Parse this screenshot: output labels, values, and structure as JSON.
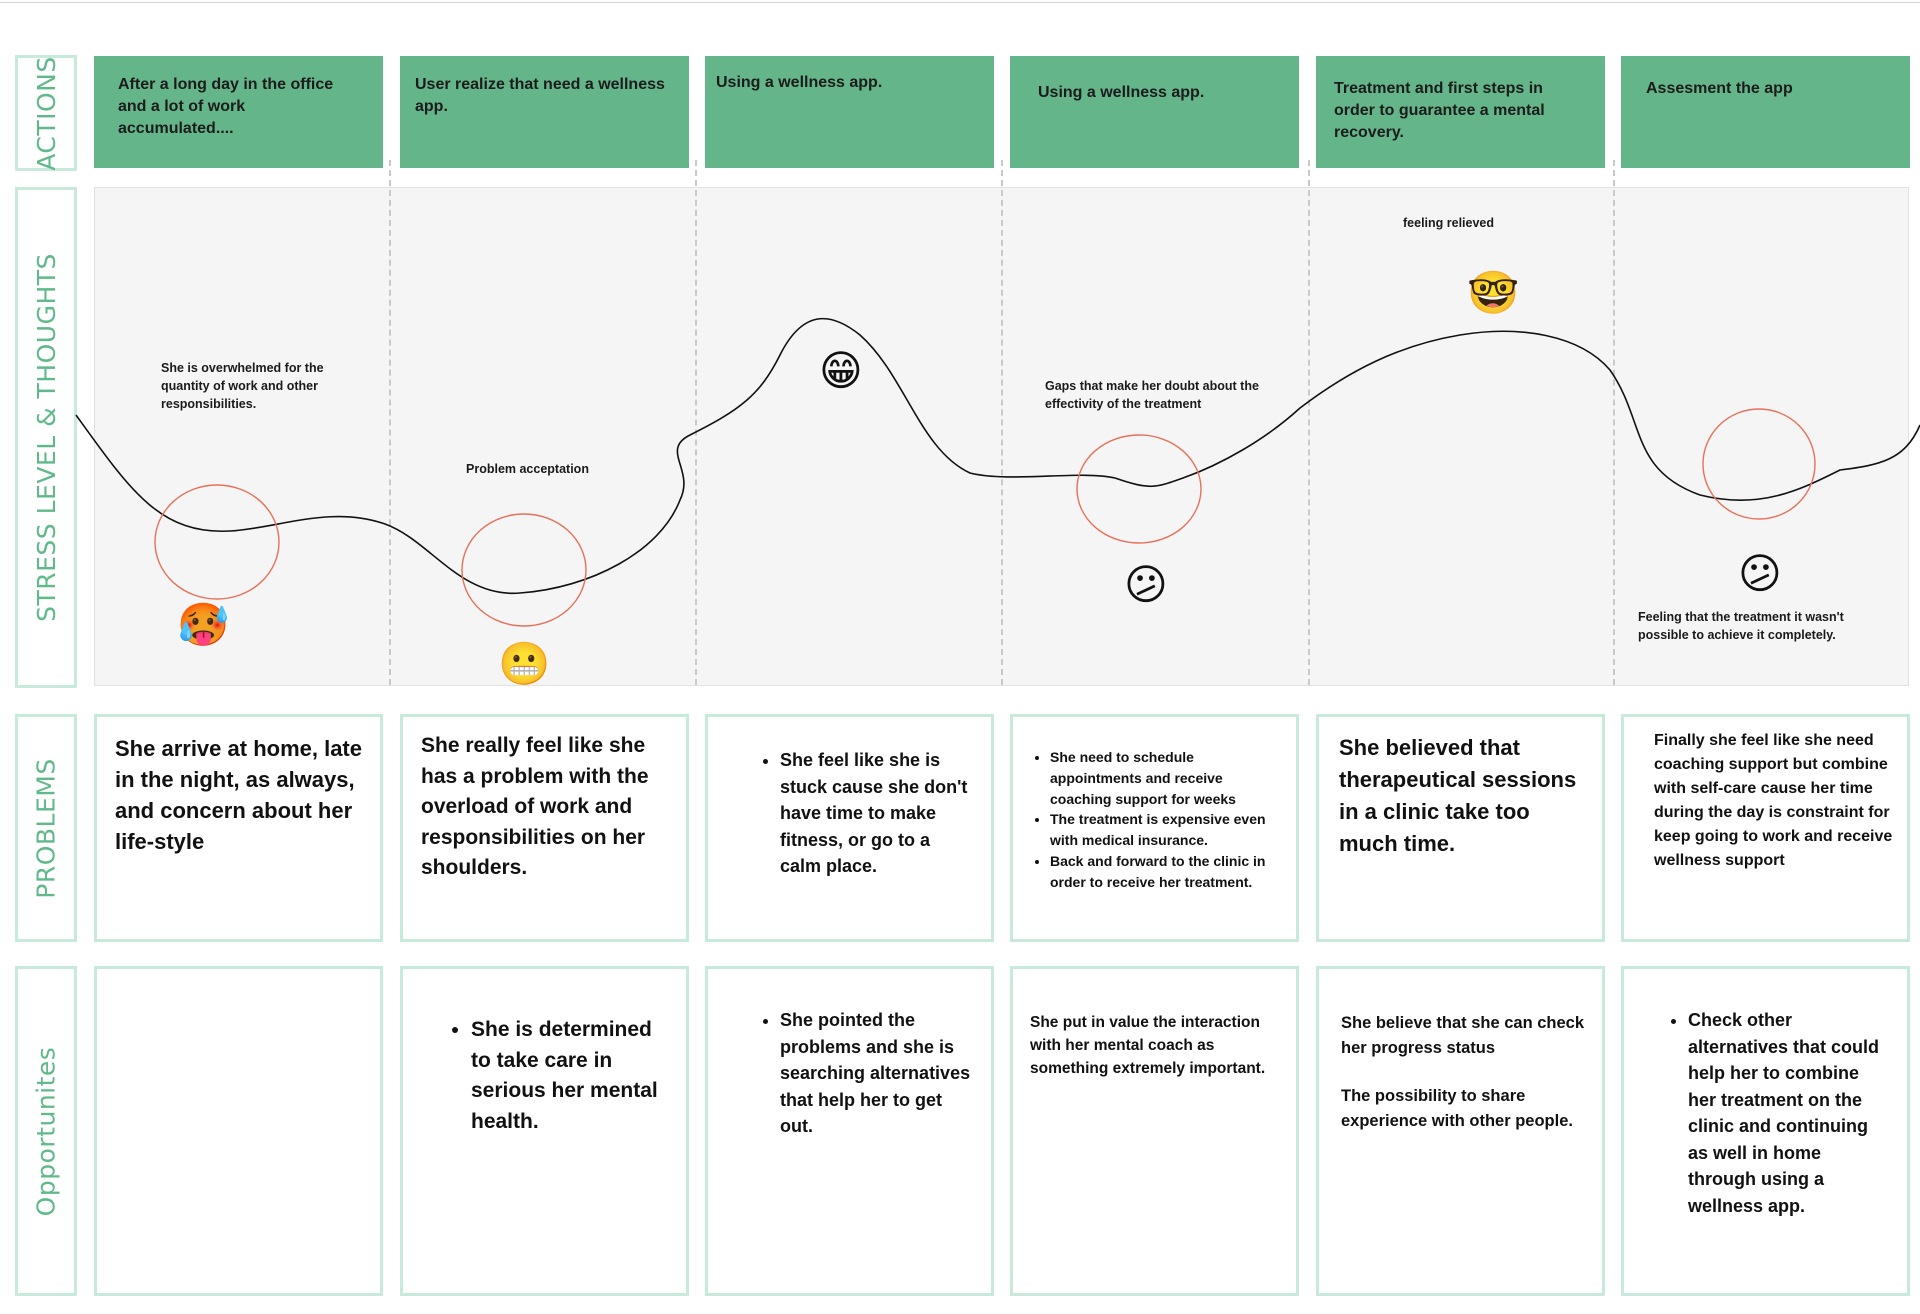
{
  "row_labels": {
    "actions": "ACTIONS",
    "stress": "STRESS LEVEL & THOUGHTS",
    "problems": "PROBLEMS",
    "opportunities": "Opportunites"
  },
  "colors": {
    "action_fill": "#65b58a",
    "border_mint": "#c8eadb",
    "label_green": "#5fb98a",
    "circle_red": "#e8705a",
    "curve": "#111111"
  },
  "actions": [
    "After a long day in the office and a lot of work accumulated....",
    "User realize that need a wellness app.",
    "Using a wellness app.",
    "Using a wellness app.",
    "Treatment and first steps in order to guarantee a mental recovery.",
    "Assesment the app"
  ],
  "thoughts": [
    "She is overwhelmed for the quantity of work and other responsibilities.",
    "Problem acceptation",
    "Gaps that make her doubt about the effectivity of the treatment",
    "feeling relieved",
    "Feeling  that the treatment it wasn't possible to achieve it completely."
  ],
  "emotions": [
    {
      "stage": 1,
      "icon": "hot-face-icon",
      "glyph": "🥵"
    },
    {
      "stage": 2,
      "icon": "grimacing-face-icon",
      "glyph": "😬"
    },
    {
      "stage": 3,
      "icon": "grinning-face-icon",
      "glyph": "😁"
    },
    {
      "stage": 4,
      "icon": "confused-face-icon",
      "glyph": "😕"
    },
    {
      "stage": 5,
      "icon": "nerd-face-icon",
      "glyph": "🤓"
    },
    {
      "stage": 6,
      "icon": "confused-face-icon",
      "glyph": "😕"
    }
  ],
  "problems": [
    {
      "type": "text",
      "text": "She arrive at home, late in the night, as always, and concern about her life-style"
    },
    {
      "type": "text",
      "text": "She really feel like she has a problem with the overload of work and responsibilities on her shoulders."
    },
    {
      "type": "list",
      "items": [
        "She feel like she is stuck cause she don't have time to make fitness, or go to a calm place."
      ]
    },
    {
      "type": "list",
      "items": [
        "She need to schedule appointments and receive coaching support for weeks",
        "The treatment is expensive even with medical insurance.",
        "Back and forward to the clinic in order to receive her treatment."
      ]
    },
    {
      "type": "text",
      "text": "She believed that therapeutical sessions in a clinic take too much time."
    },
    {
      "type": "text",
      "text": "Finally she feel like she need coaching support but combine with self-care cause her time during the day is constraint for keep going to work and receive wellness support"
    }
  ],
  "opportunities": [
    {
      "type": "text",
      "text": ""
    },
    {
      "type": "list",
      "items": [
        "She is determined to take care in serious her mental health."
      ]
    },
    {
      "type": "list",
      "items": [
        "She pointed the problems and she is searching alternatives that help her to get out."
      ]
    },
    {
      "type": "text",
      "text": "She put in value the interaction with her mental coach as something  extremely important."
    },
    {
      "type": "paras",
      "paras": [
        "She believe that  she can check her progress status",
        "The possibility to share experience with other people."
      ]
    },
    {
      "type": "list",
      "items": [
        "Check other alternatives that could help her to combine her treatment on the clinic and continuing as well in home through using a wellness app."
      ]
    }
  ]
}
